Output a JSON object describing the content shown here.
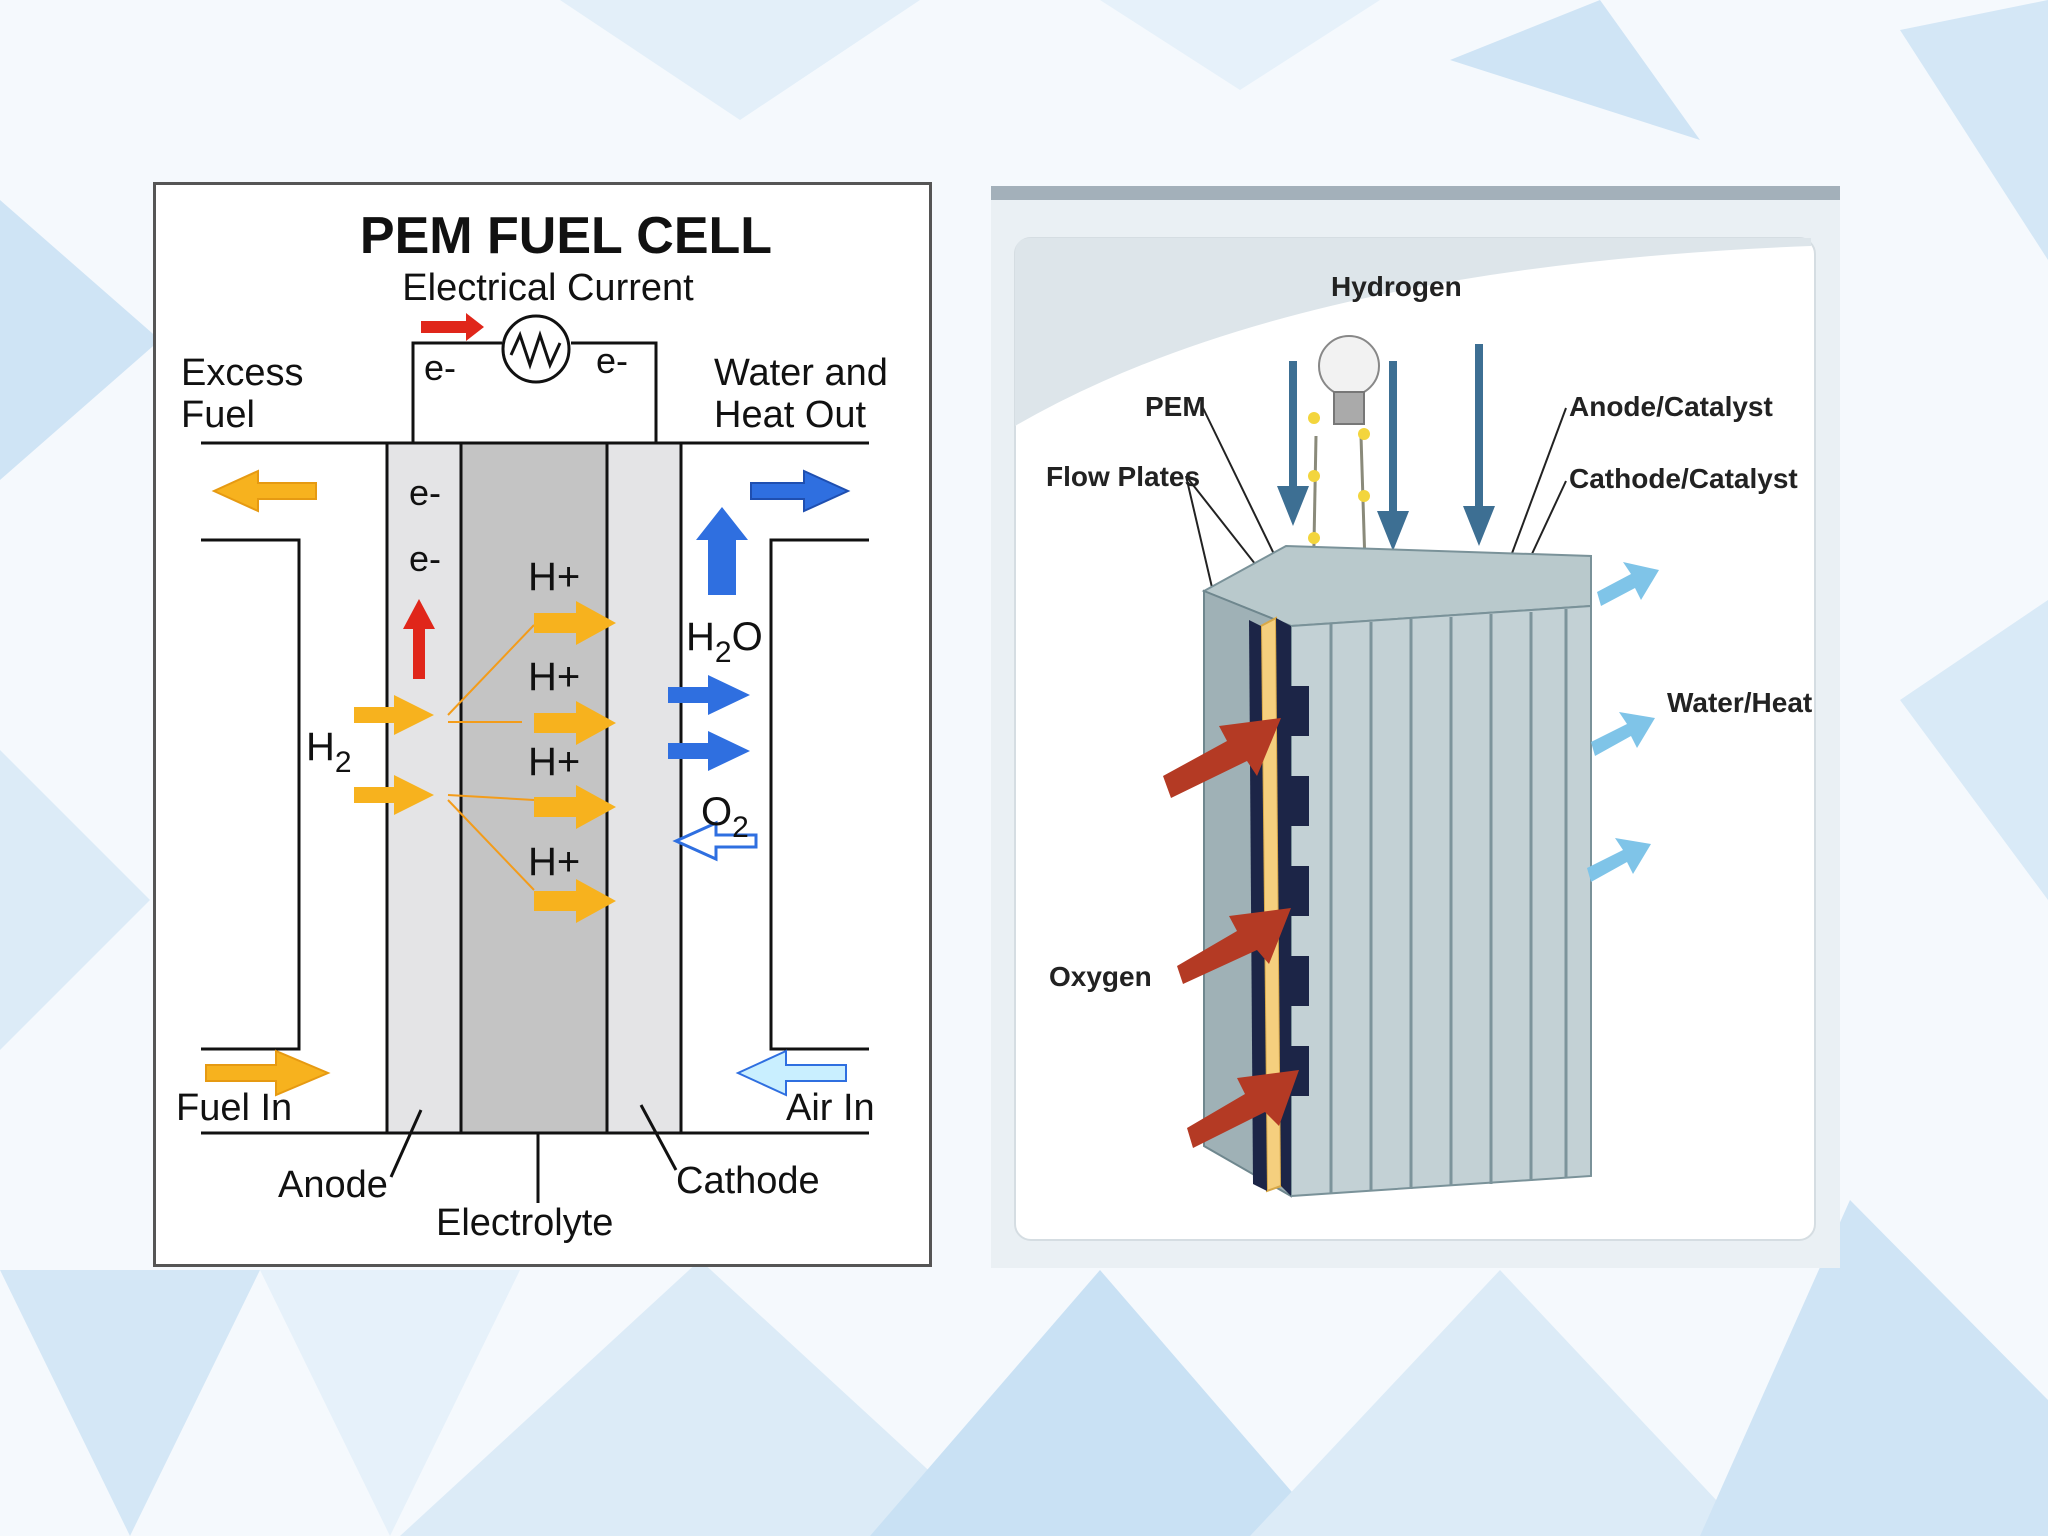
{
  "left": {
    "title": "PEM FUEL CELL",
    "electrical_current": "Electrical Current",
    "e_left": "e-",
    "e_right": "e-",
    "excess_fuel": [
      "Excess",
      "Fuel"
    ],
    "water_heat_out": [
      "Water and",
      "Heat Out"
    ],
    "anode_e": [
      "e-",
      "e-"
    ],
    "h2_left": {
      "base": "H",
      "sub": "2"
    },
    "h_plus": [
      "H+",
      "H+",
      "H+",
      "H+"
    ],
    "h2o": {
      "base": "H",
      "sub": "2",
      "tail": "O"
    },
    "o2": {
      "base": "O",
      "sub": "2"
    },
    "fuel_in": "Fuel In",
    "air_in": "Air In",
    "anode": "Anode",
    "electrolyte": "Electrolyte",
    "cathode": "Cathode"
  },
  "right": {
    "hydrogen": "Hydrogen",
    "pem": "PEM",
    "flow_plates": "Flow Plates",
    "anode_catalyst": "Anode/Catalyst",
    "cathode_catalyst": "Cathode/Catalyst",
    "water_heat": "Water/Heat",
    "oxygen": "Oxygen"
  },
  "colors": {
    "fuel_arrow": "#f7b21e",
    "water_arrow": "#2f6fe0",
    "electron_arrow": "#e0261a",
    "electrolyte": "#c4c4c4",
    "electrode": "#e4e4e6"
  }
}
